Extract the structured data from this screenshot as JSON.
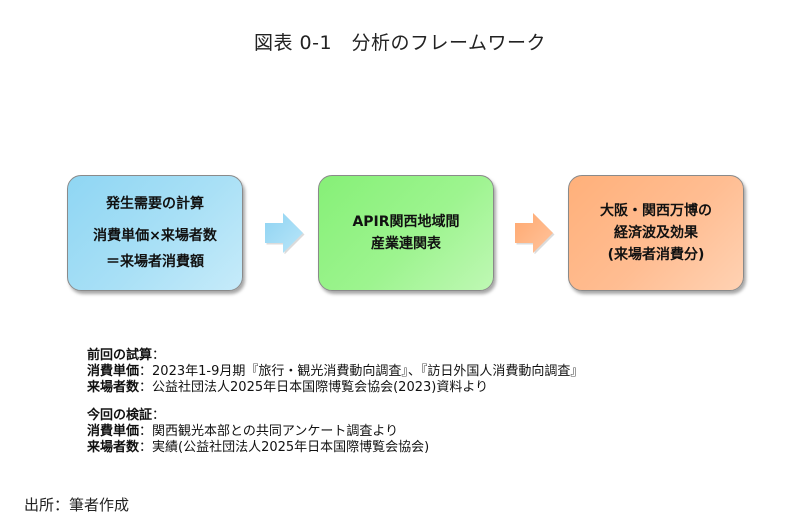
{
  "title": "図表 0-1　分析のフレームワーク",
  "boxes": [
    {
      "lines": [
        "発生需要の計算",
        "消費単価×来場者数",
        "＝来場者消費額"
      ],
      "color": "#a9e0f6"
    },
    {
      "lines": [
        "APIR関西地域間",
        "産業連関表"
      ],
      "color": "#9df48f"
    },
    {
      "lines": [
        "大阪・関西万博の",
        "経済波及効果",
        "(来場者消費分)"
      ],
      "color": "#ffbd92"
    }
  ],
  "arrows": [
    {
      "icon": "right-arrow-icon",
      "color": "#9fd9f5"
    },
    {
      "icon": "right-arrow-icon",
      "color": "#ffb27f"
    }
  ],
  "notes": {
    "previous": {
      "heading": "前回の試算",
      "unit_price_label": "消費単価",
      "unit_price_value": "2023年1-9月期『旅行・観光消費動向調査』、『訪日外国人消費動向調査』",
      "visitors_label": "来場者数",
      "visitors_value": "公益社団法人2025年日本国際博覧会協会(2023)資料より"
    },
    "current": {
      "heading": "今回の検証",
      "unit_price_label": "消費単価",
      "unit_price_value": "関西観光本部との共同アンケート調査より",
      "visitors_label": "来場者数",
      "visitors_value": "実績(公益社団法人2025年日本国際博覧会協会)"
    },
    "separator": "："
  },
  "source": "出所：筆者作成"
}
